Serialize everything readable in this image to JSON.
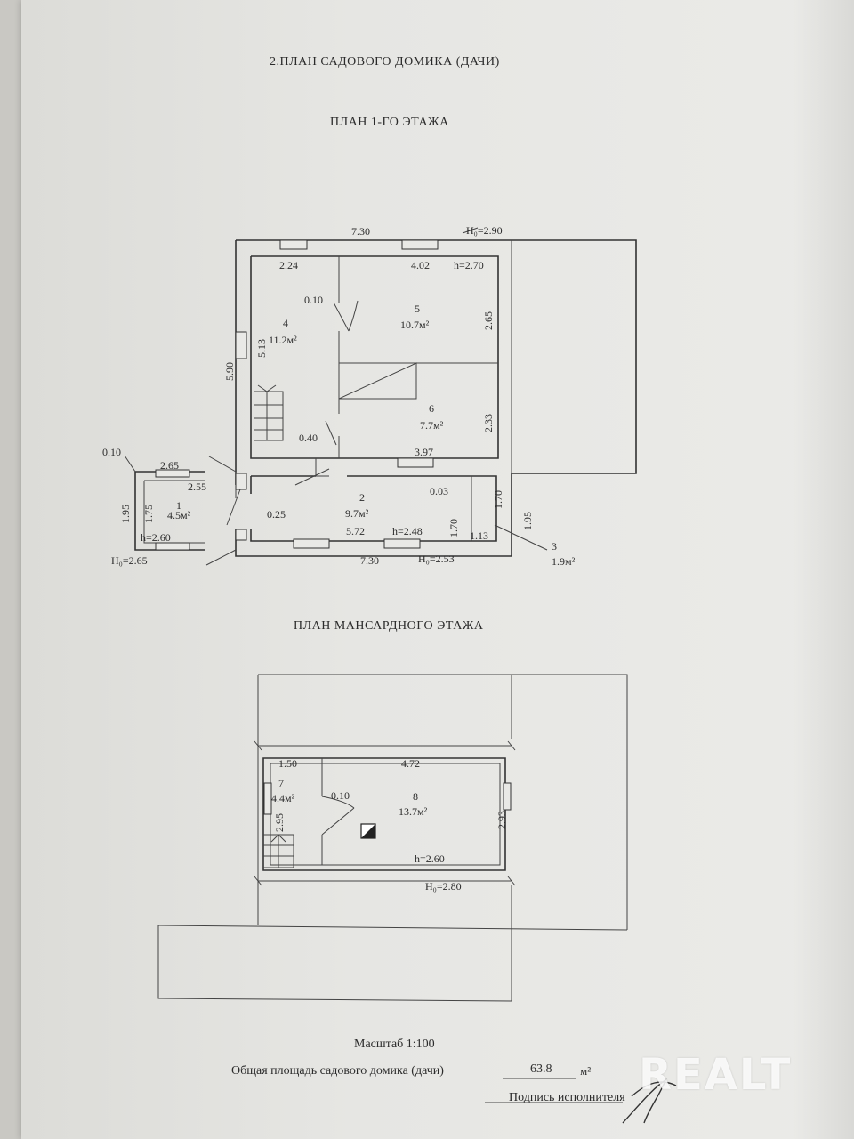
{
  "header": {
    "title": "2.ПЛАН САДОВОГО ДОМИКА (ДАЧИ)",
    "floor1_title": "ПЛАН 1-ГО ЭТАЖА",
    "attic_title": "ПЛАН  МАНСАРДНОГО ЭТАЖА"
  },
  "floor1": {
    "dims": {
      "top_width": "7.30",
      "outer_height": "H₀=2.90",
      "left_height": "5.90",
      "bottom_width": "7.30",
      "bottom_height": "H₀=2.53",
      "right_195": "1.95",
      "right_170": "1.70",
      "mid_170": "1.70",
      "d_113": "1.13",
      "d_003": "0.03",
      "d_025": "0.25",
      "d_572": "5.72",
      "d_248": "h=2.48",
      "d_224": "2.24",
      "d_402": "4.02",
      "d_270": "h=2.70",
      "d_010": "0.10",
      "d_513": "5.13",
      "d_265v": "2.65",
      "d_233": "2.33",
      "d_040": "0.40",
      "d_397": "3.97"
    },
    "rooms": {
      "r4_num": "4",
      "r4_area": "11.2м²",
      "r5_num": "5",
      "r5_area": "10.7м²",
      "r6_num": "6",
      "r6_area": "7.7м²",
      "r2_num": "2",
      "r2_area": "9.7м²",
      "r1_num": "1",
      "r1_area": "4.5м²",
      "r3_num": "3",
      "r3_area": "1.9м²"
    },
    "porch": {
      "d_010": "0.10",
      "d_265": "2.65",
      "d_255": "2.55",
      "d_195": "1.95",
      "d_175": "1.75",
      "d_260": "h=2.60",
      "d_H265": "H₀=2.65"
    }
  },
  "attic": {
    "d_150": "1.50",
    "d_472": "4.72",
    "d_010": "0.10",
    "d_295": "2.95",
    "d_293": "2.93",
    "d_260": "h=2.60",
    "d_H280": "H₀=2.80",
    "r7_num": "7",
    "r7_area": "4.4м²",
    "r8_num": "8",
    "r8_area": "13.7м²"
  },
  "footer": {
    "scale": "Масштаб 1:100",
    "total_label": "Общая площадь садового домика (дачи)",
    "total_value": "63.8",
    "total_unit": "м²",
    "signature_label": "Подпись исполнителя"
  },
  "watermark": "REALT"
}
